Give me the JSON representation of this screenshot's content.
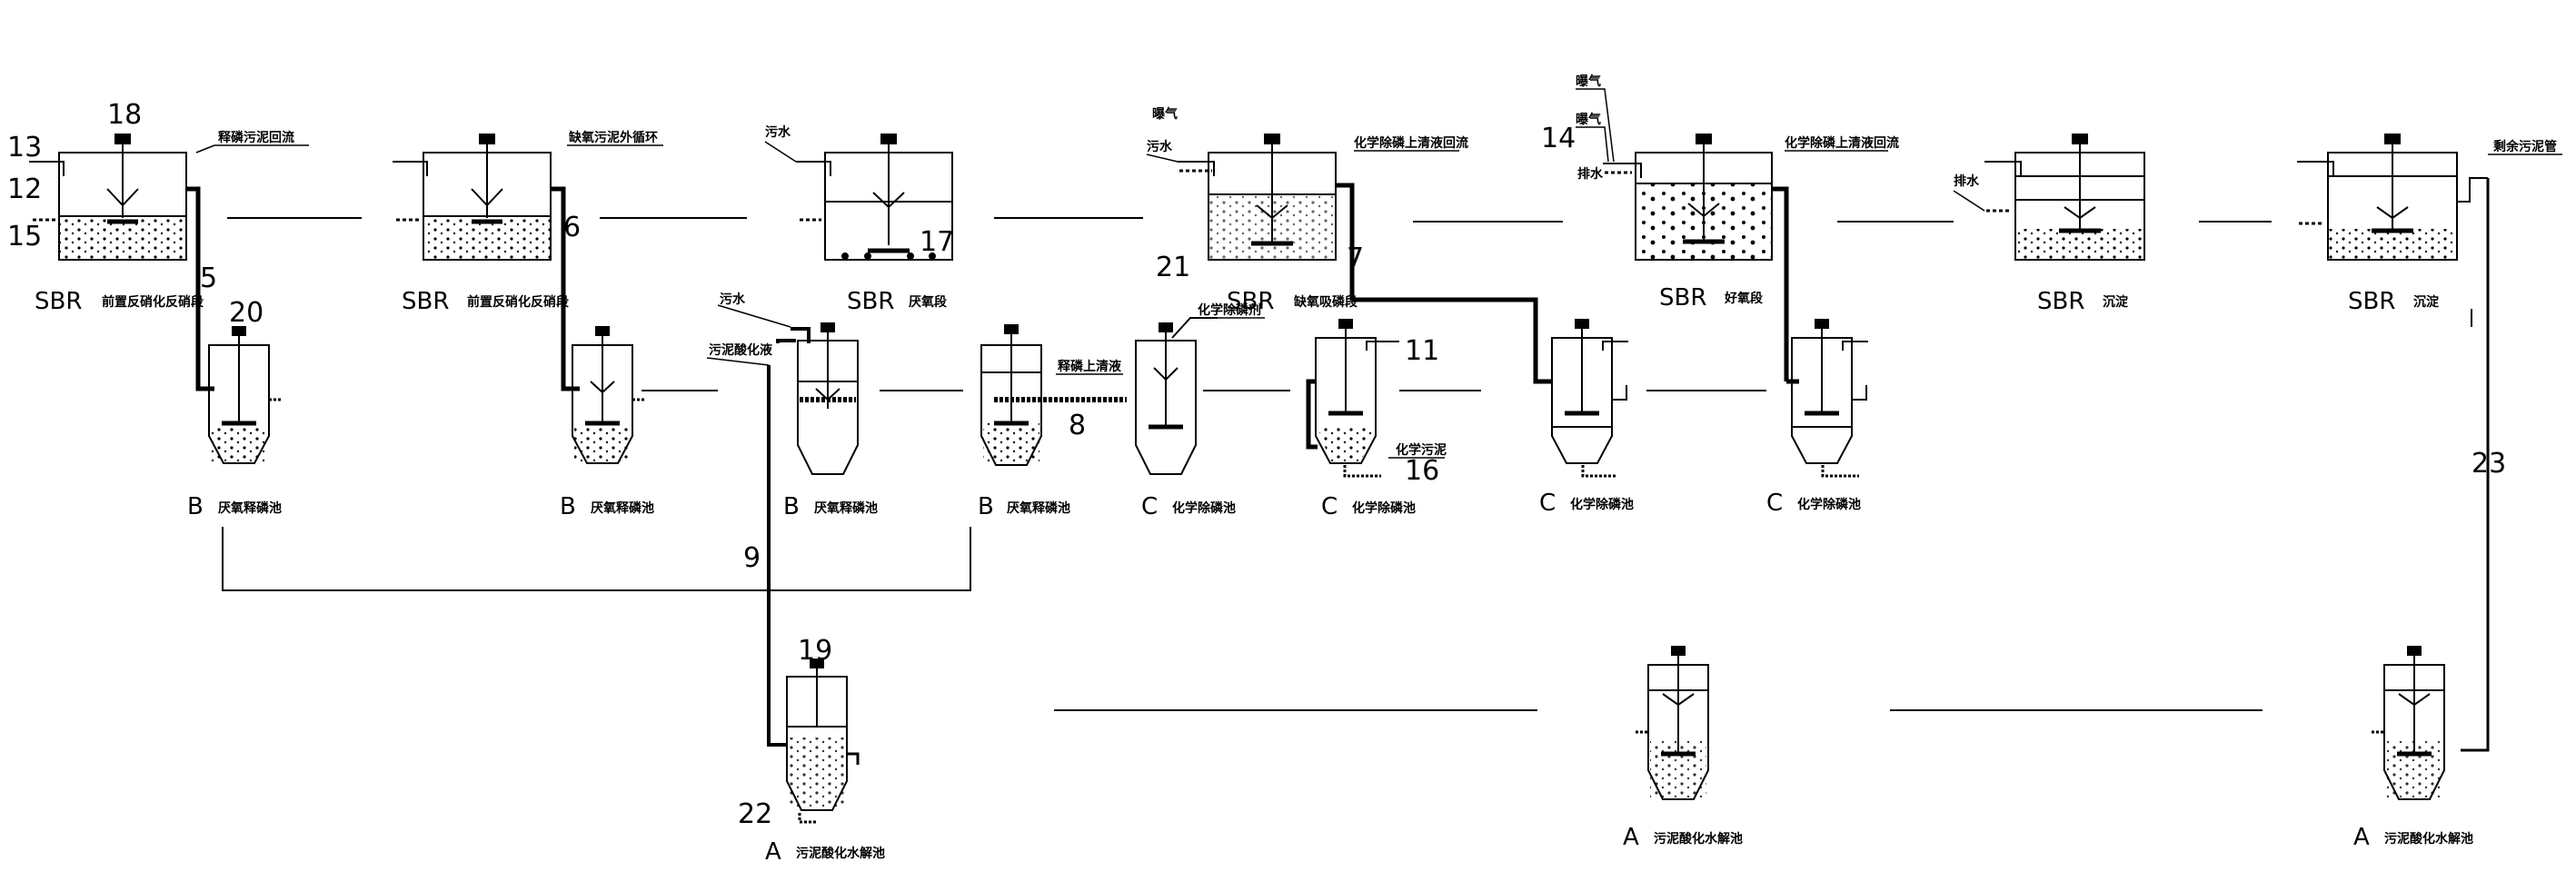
{
  "colors": {
    "line": "#000000",
    "background": "#ffffff"
  },
  "diagram": {
    "sbr_tanks": [
      {
        "name": "SBR",
        "caption": "前置反硝化反硝段"
      },
      {
        "name": "SBR",
        "caption": "前置反硝化反硝段"
      },
      {
        "name": "SBR",
        "caption": "厌氧段"
      },
      {
        "name": "SBR",
        "caption": "缺氧吸磷段"
      },
      {
        "name": "SBR",
        "caption": "好氧段"
      },
      {
        "name": "SBR",
        "caption": "沉淀"
      },
      {
        "name": "SBR",
        "caption": "沉淀"
      }
    ],
    "b_tanks": [
      {
        "letter": "B",
        "caption": "厌氧释磷池"
      },
      {
        "letter": "B",
        "caption": "厌氧释磷池"
      },
      {
        "letter": "B",
        "caption": "厌氧释磷池"
      },
      {
        "letter": "B",
        "caption": "厌氧释磷池"
      }
    ],
    "c_tanks": [
      {
        "letter": "C",
        "caption": "化学除磷池"
      },
      {
        "letter": "C",
        "caption": "化学除磷池"
      },
      {
        "letter": "C",
        "caption": "化学除磷池"
      },
      {
        "letter": "C",
        "caption": "化学除磷池"
      }
    ],
    "a_tanks": [
      {
        "letter": "A",
        "caption": "污泥酸化水解池"
      },
      {
        "letter": "A",
        "caption": "污泥酸化水解池"
      },
      {
        "letter": "A",
        "caption": "污泥酸化水解池"
      }
    ],
    "numbers": {
      "n5": "5",
      "n6": "6",
      "n7": "7",
      "n8": "8",
      "n9": "9",
      "n11": "11",
      "n12": "12",
      "n13": "13",
      "n14": "14",
      "n15": "15",
      "n16": "16",
      "n17": "17",
      "n18": "18",
      "n19": "19",
      "n20": "20",
      "n21": "21",
      "n22": "22",
      "n23": "23"
    },
    "notes": {
      "return_1": "释磷污泥回流",
      "return_2": "缺氧污泥外循环",
      "sewage_1": "污水",
      "aeration_1": "曝气",
      "sewage_2": "污水",
      "return_3": "化学除磷上清液回流",
      "aeration_2": "曝气",
      "aeration_3": "曝气",
      "drain_1": "排水",
      "return_4": "化学除磷上清液回流",
      "drain_2": "排水",
      "residual": "剩余污泥管",
      "sewage_3": "污水",
      "hydrolysate": "污泥酸化液",
      "supernatant": "释磷上清液",
      "dosing": "化学除磷剂",
      "chem_sludge": "化学污泥"
    }
  }
}
